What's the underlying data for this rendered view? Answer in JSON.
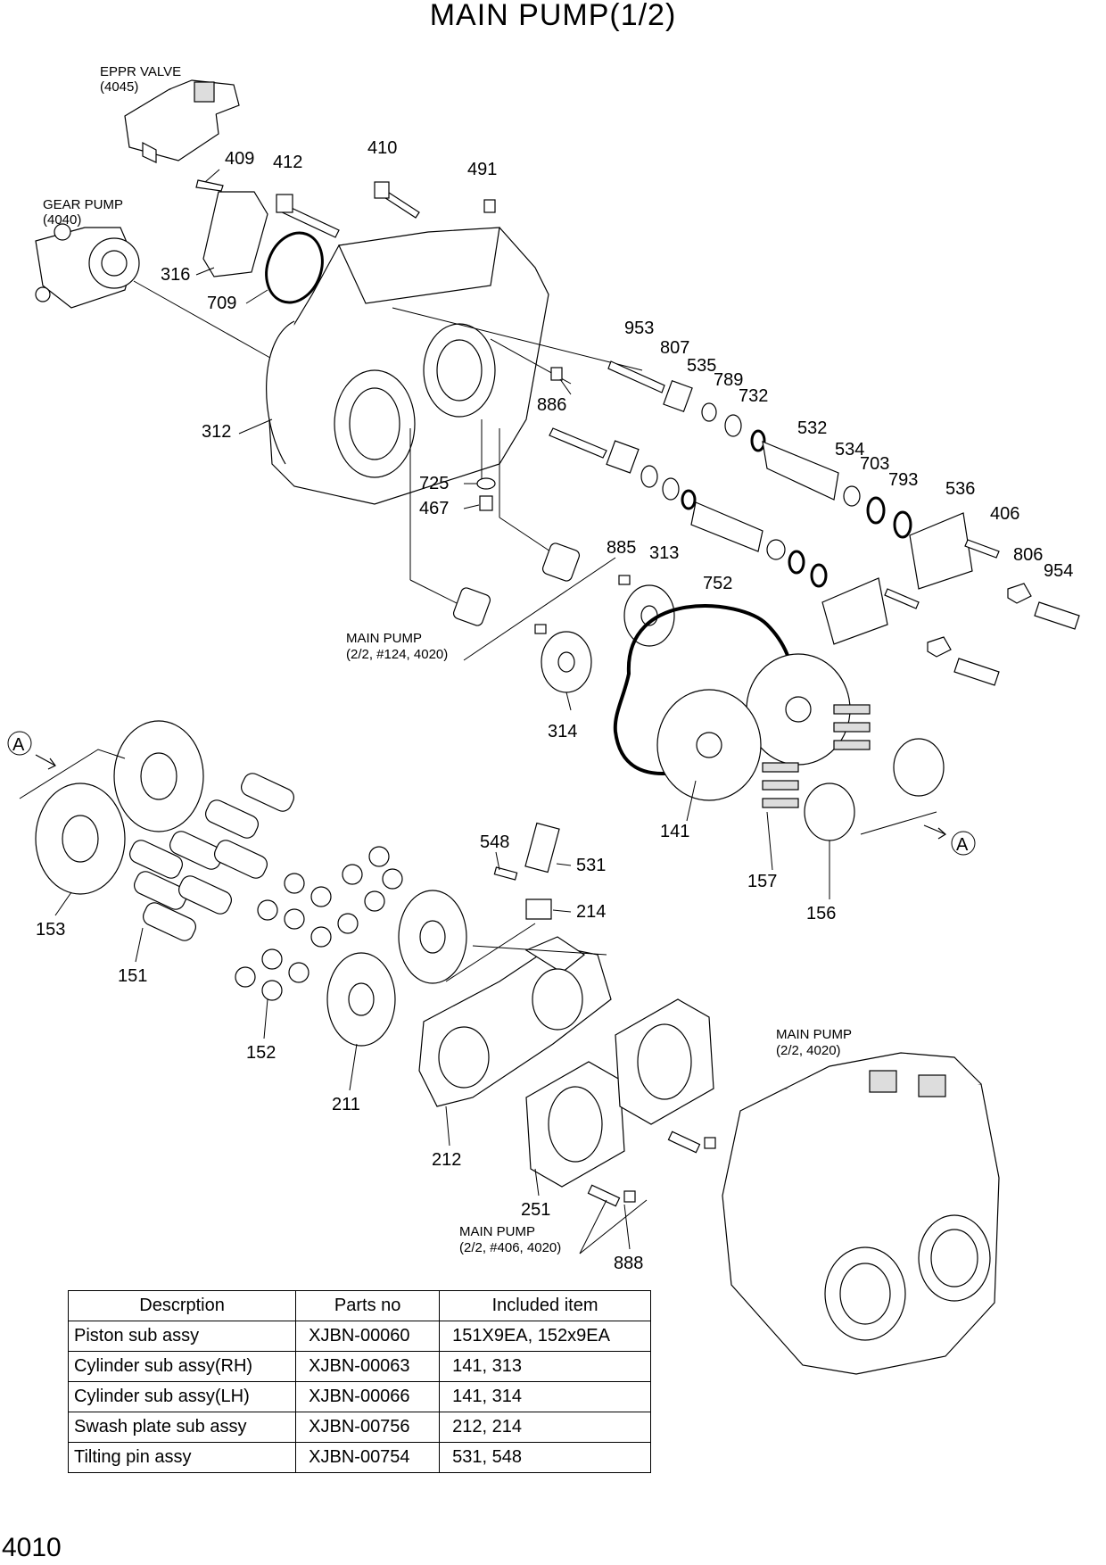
{
  "title": "MAIN PUMP(1/2)",
  "page_number": "4010",
  "callouts": {
    "eppr_valve": [
      "EPPR VALVE",
      "(4045)"
    ],
    "gear_pump": [
      "GEAR PUMP",
      "(4040)"
    ],
    "main_pump_124": [
      "MAIN PUMP",
      "(2/2, #124, 4020)"
    ],
    "main_pump_4020": [
      "MAIN PUMP",
      "(2/2, 4020)"
    ],
    "main_pump_406": [
      "MAIN PUMP",
      "(2/2, #406, 4020)"
    ],
    "ref_a": "A"
  },
  "part_numbers": [
    "409",
    "412",
    "410",
    "491",
    "316",
    "709",
    "312",
    "953",
    "807",
    "535",
    "789",
    "732",
    "886",
    "532",
    "534",
    "703",
    "793",
    "536",
    "406",
    "806",
    "954",
    "725",
    "467",
    "885",
    "313",
    "752",
    "314",
    "141",
    "157",
    "156",
    "153",
    "151",
    "548",
    "531",
    "214",
    "152",
    "211",
    "212",
    "251",
    "888"
  ],
  "table": {
    "headers": [
      "Descrption",
      "Parts no",
      "Included item"
    ],
    "rows": [
      [
        "Piston sub assy",
        "XJBN-00060",
        "151X9EA, 152x9EA"
      ],
      [
        "Cylinder sub assy(RH)",
        "XJBN-00063",
        "141, 313"
      ],
      [
        "Cylinder sub assy(LH)",
        "XJBN-00066",
        "141, 314"
      ],
      [
        "Swash plate sub assy",
        "XJBN-00756",
        "212, 214"
      ],
      [
        "Tilting pin assy",
        "XJBN-00754",
        "531, 548"
      ]
    ]
  }
}
